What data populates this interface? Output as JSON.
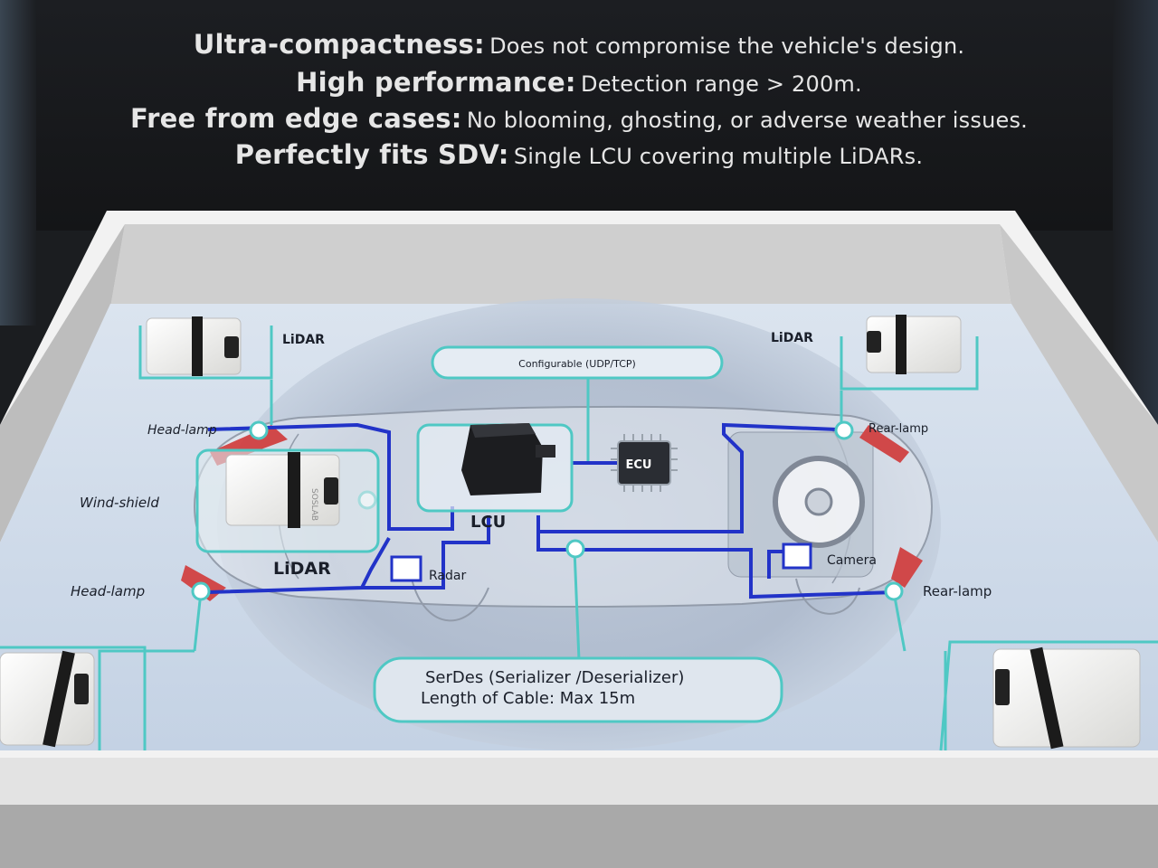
{
  "headlines": [
    {
      "bold": "Ultra-compactness:",
      "rest": "Does not compromise the vehicle's design."
    },
    {
      "bold": "High performance:",
      "rest": "Detection range > 200m."
    },
    {
      "bold": "Free from edge cases:",
      "rest": "No blooming, ghosting, or adverse weather issues."
    },
    {
      "bold": "Perfectly fits SDV:",
      "rest": "Single LCU covering multiple LiDARs."
    }
  ],
  "diagram": {
    "lidar_top_left": "LiDAR",
    "lidar_top_right": "LiDAR",
    "lidar_center": "LiDAR",
    "head_lamp_upper": "Head-lamp",
    "head_lamp_lower": "Head-lamp",
    "wind_shield": "Wind-shield",
    "rear_lamp_upper": "Rear-lamp",
    "rear_lamp_lower": "Rear-lamp",
    "configurable": "Configurable (UDP/TCP)",
    "ecu": "ECU",
    "lcu": "LCU",
    "radar": "Radar",
    "camera": "Camera",
    "serdes_line1": "SerDes (Serializer /Deserializer)",
    "serdes_line2": "Length of Cable: Max 15m",
    "sensor_brand": "SOSLAB"
  },
  "colors": {
    "banner_text": "#e6e6e6",
    "wire_blue": "#2233c8",
    "wire_teal": "#4fc8c4",
    "panel_blue": "#cfd9e8",
    "lamp_red": "#d23a3a"
  }
}
